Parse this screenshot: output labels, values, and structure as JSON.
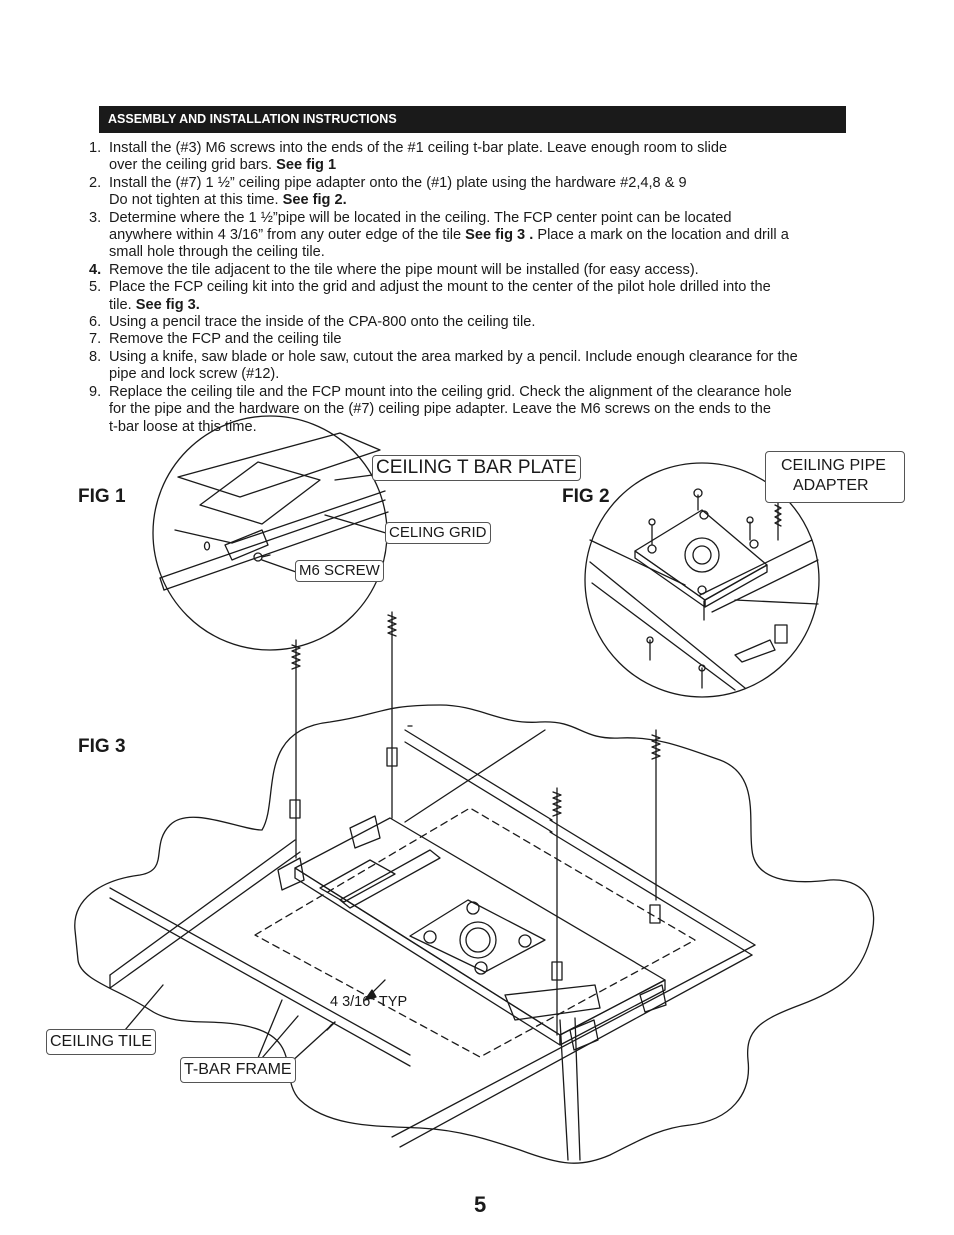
{
  "header": {
    "title": "ASSEMBLY AND INSTALLATION INSTRUCTIONS"
  },
  "steps": [
    {
      "num": "1.",
      "lines": [
        "Install the (#3) M6 screws  into the ends of the #1 ceiling t-bar plate. Leave enough room to slide",
        "over the ceiling grid bars. "
      ],
      "ref": "See fig 1"
    },
    {
      "num": "2.",
      "lines": [
        "Install the (#7) 1 ½” ceiling pipe adapter onto the (#1) plate using the hardware #2,4,8 & 9",
        "Do not tighten at this time. "
      ],
      "ref": "See fig 2."
    },
    {
      "num": "3.",
      "lines": [
        "Determine where the 1 ½”pipe  will be located in the ceiling. The FCP center point can be located",
        "anywhere within 4 3/16” from any outer edge of the tile "
      ],
      "ref": "See fig 3 .",
      "after": " Place a mark on the location and drill a",
      "tail": "small hole through the ceiling tile."
    },
    {
      "num": "4.",
      "lines": [
        "Remove the tile adjacent to the tile where the pipe mount will be installed (for easy access)."
      ]
    },
    {
      "num": "5.",
      "lines": [
        "Place the FCP ceiling kit into the grid and adjust the mount to the center of the pilot hole drilled into the",
        "tile. "
      ],
      "ref": "See fig 3."
    },
    {
      "num": "6.",
      "lines": [
        "Using a pencil trace the inside of the CPA-800 onto the ceiling tile."
      ]
    },
    {
      "num": "7.",
      "lines": [
        "Remove the FCP and the ceiling tile"
      ]
    },
    {
      "num": "8.",
      "lines": [
        "Using a knife, saw blade or hole saw, cutout the area marked by a pencil. Include enough clearance for the",
        "pipe and lock screw (#12)."
      ]
    },
    {
      "num": "9.",
      "lines": [
        "Replace the ceiling tile and the FCP mount into the ceiling grid. Check the alignment of the clearance hole",
        "for the pipe and the hardware on the (#7) ceiling pipe adapter. Leave the M6 screws on the ends to the",
        "t-bar loose at this time."
      ]
    }
  ],
  "figures": {
    "fig1": {
      "label": "FIG 1",
      "callouts": {
        "plate": "CEILING T BAR PLATE",
        "grid": "CELING GRID",
        "screw": "M6 SCREW"
      }
    },
    "fig2": {
      "label": "FIG 2",
      "callouts": {
        "adapter_line1": "CEILING PIPE",
        "adapter_line2": "ADAPTER"
      }
    },
    "fig3": {
      "label": "FIG 3",
      "callouts": {
        "tile": "CEILING TILE",
        "frame": "T-BAR FRAME",
        "typ": "4 3/16” TYP"
      }
    }
  },
  "page_number": "5"
}
